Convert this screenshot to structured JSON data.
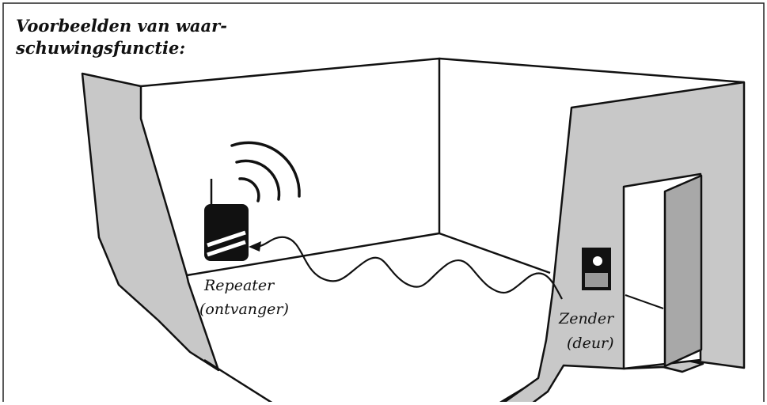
{
  "title": {
    "line1": "Voorbeelden van waar-",
    "line2": "schuwingsfunctie:"
  },
  "labels": {
    "repeater_line1": "Repeater",
    "repeater_line2": "(ontvanger)",
    "sender_line1": "Zender",
    "sender_line2": "(deur)"
  },
  "colors": {
    "wall_fill": "#c8c8c8",
    "door_fill": "#a8a8a8",
    "outline": "#111111",
    "frame_border": "#222222"
  },
  "icons": {
    "repeater": "repeater-device-icon",
    "sender": "door-sender-icon",
    "signal": "wifi-signal-icon"
  }
}
